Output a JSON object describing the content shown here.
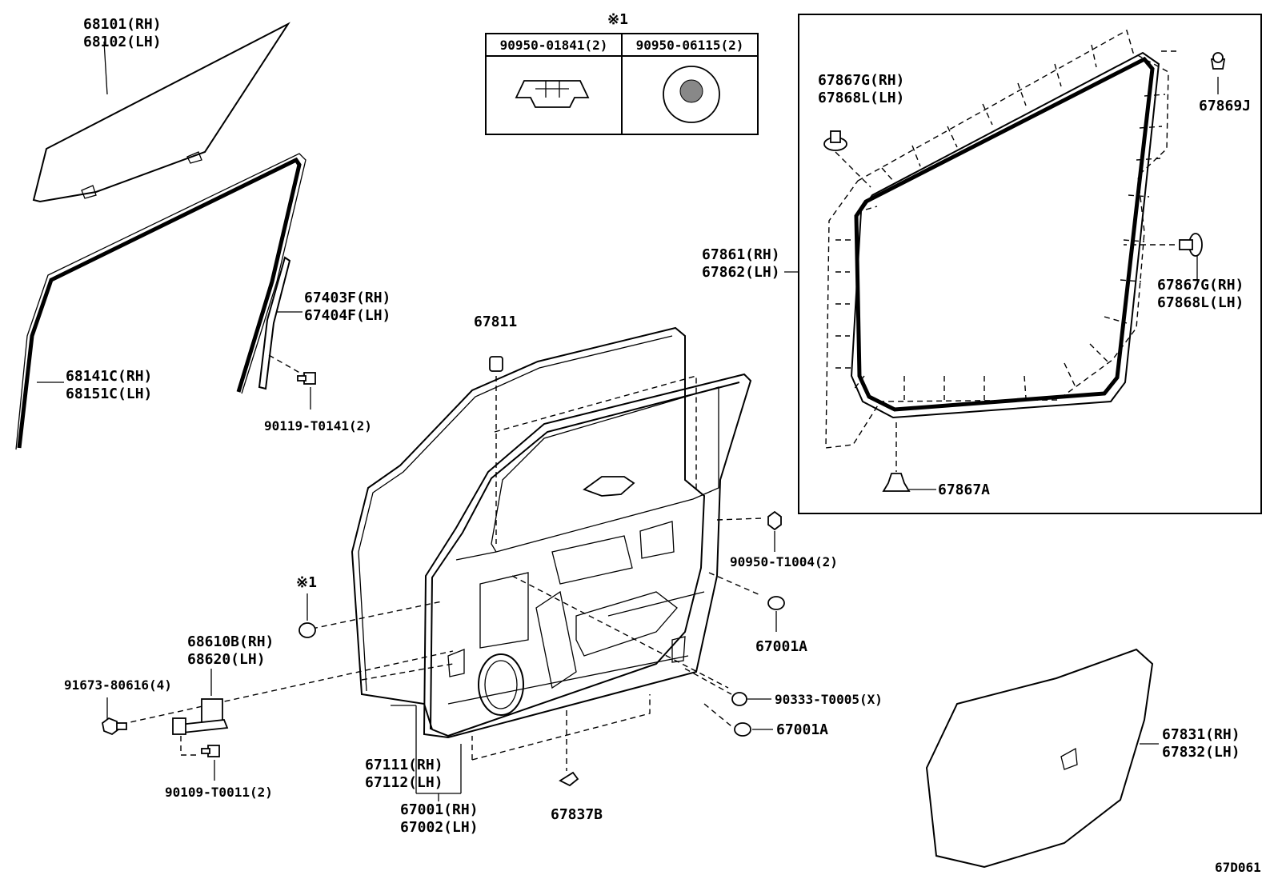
{
  "callouts": {
    "glass": [
      "68101(RH)",
      "68102(LH)"
    ],
    "run_channel": [
      "68141C(RH)",
      "68151C(LH)"
    ],
    "rear_channel": [
      "67403F(RH)",
      "67404F(LH)"
    ],
    "bolt_channel": "90119-T0141(2)",
    "cap_67811": "67811",
    "weatherstrip": [
      "67861(RH)",
      "67862(LH)"
    ],
    "clip_top_left": [
      "67867G(RH)",
      "67868L(LH)"
    ],
    "clip_right": [
      "67867G(RH)",
      "67868L(LH)"
    ],
    "clip_67869j": "67869J",
    "clip_67867a": "67867A",
    "nut_t1004": "90950-T1004(2)",
    "cushion_a_1": "67001A",
    "cushion_a_2": "67001A",
    "washer_t0005": "90333-T0005(X)",
    "check_assy": [
      "68610B(RH)",
      "68620(LH)"
    ],
    "bolt_80616": "91673-80616(4)",
    "bolt_t0011": "90109-T0011(2)",
    "panel": [
      "67111(RH)",
      "67112(LH)"
    ],
    "door_assy": [
      "67001(RH)",
      "67002(LH)"
    ],
    "clip_67837b": "67837B",
    "cover": [
      "67831(RH)",
      "67832(LH)"
    ],
    "ref_mark": "※1"
  },
  "ref_table": {
    "mark": "※1",
    "col1": "90950-01841(2)",
    "col2": "90950-06115(2)"
  },
  "diagram_code": "67D061"
}
